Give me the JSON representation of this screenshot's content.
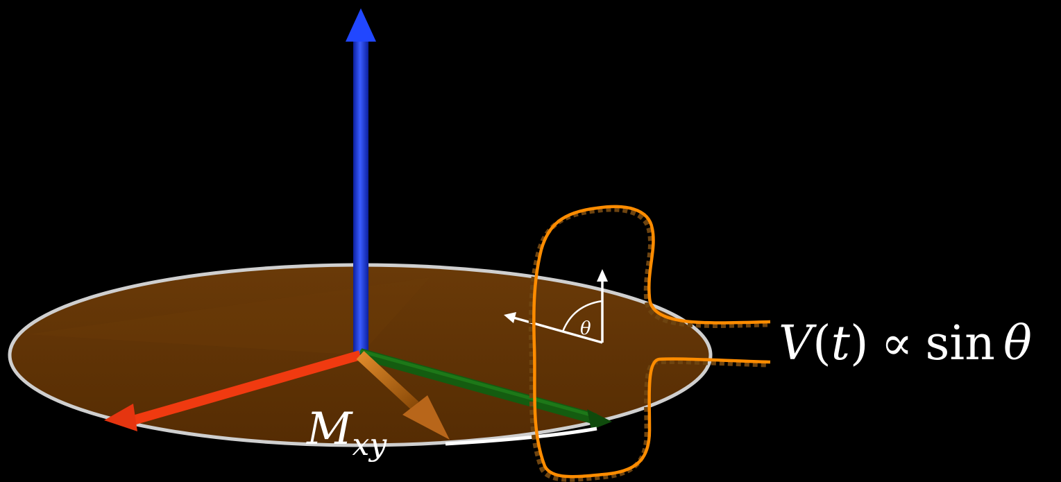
{
  "labels": {
    "magnetization": "M",
    "magnetization_subscript": "xy",
    "angle": "θ",
    "voltage_V": "V",
    "voltage_open": "(",
    "voltage_t": "t",
    "voltage_close": ")",
    "voltage_prop": "∝",
    "voltage_sin": "sin",
    "voltage_theta": "θ"
  },
  "colors": {
    "background": "#000000",
    "disk": "#5e3204",
    "disk_rim": "#cfcfcf",
    "z_axis": "#1f3ff2",
    "x_axis": "#f03a10",
    "y_axis": "#145c10",
    "magnetization_vector": "#c06a10",
    "coil": "#ff8c00",
    "coil_dashed": "#6e4410",
    "angle_marker": "#ffffff"
  }
}
